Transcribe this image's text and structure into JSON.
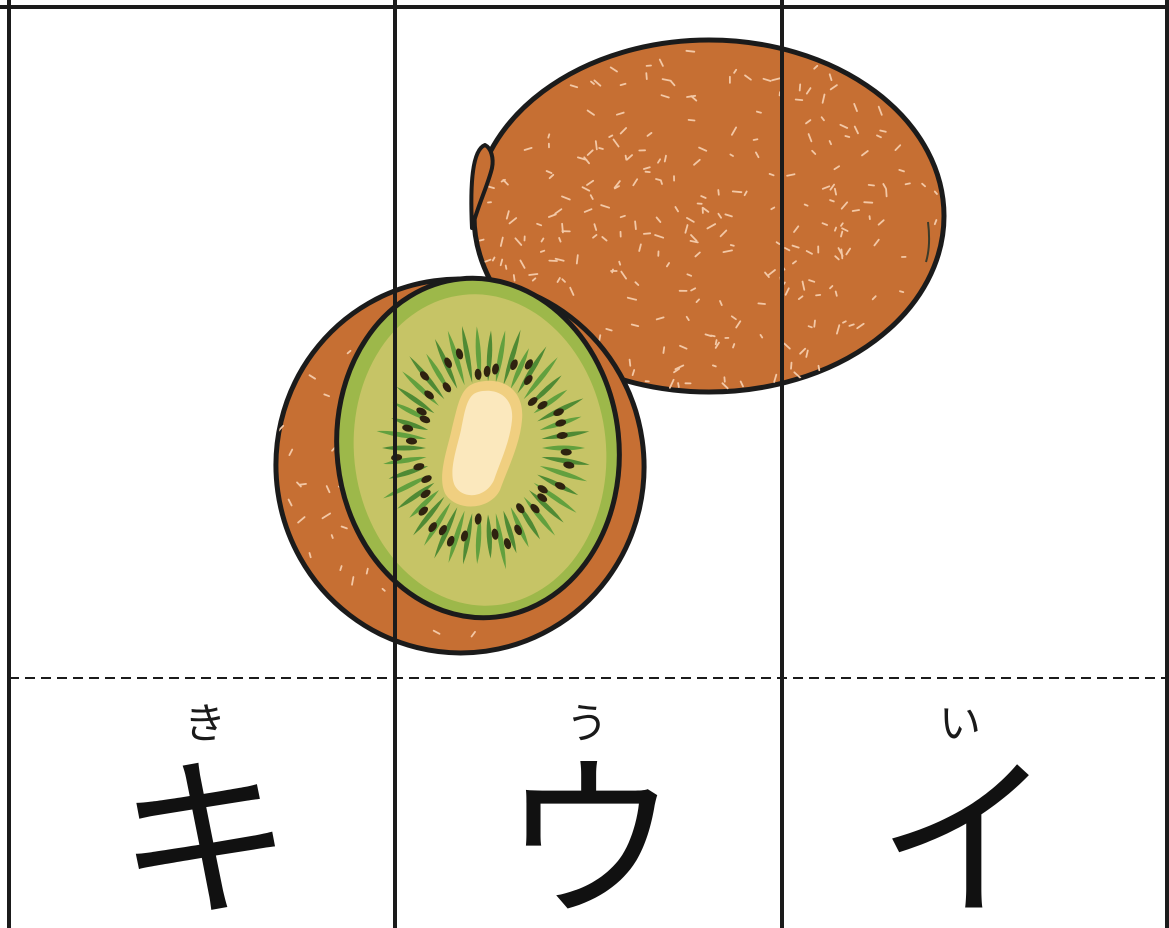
{
  "illustration": {
    "subject_icon": "kiwi-fruit-icon",
    "colors": {
      "skin": "#c66f33",
      "outline": "#1b1b1b",
      "flesh": "#c6c466",
      "flesh_ring": "#9db84a",
      "core": "#fbe8bd",
      "seeds": "#2e2210",
      "hair": "#f3c8a6",
      "grid_line": "#1b1b1b"
    }
  },
  "cards": [
    {
      "furigana": "き",
      "katakana": "キ"
    },
    {
      "furigana": "う",
      "katakana": "ウ"
    },
    {
      "furigana": "い",
      "katakana": "イ"
    }
  ]
}
